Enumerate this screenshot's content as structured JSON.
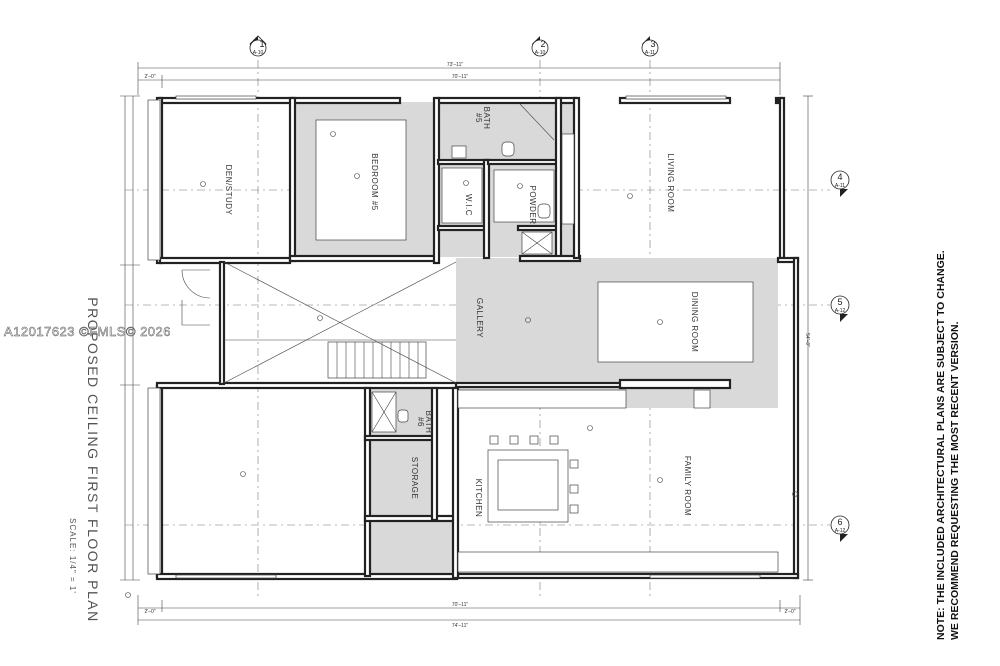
{
  "drawing": {
    "title": "PROPOSED CEILING FIRST FLOOR PLAN",
    "scale": "SCALE: 1/4\" = 1'",
    "watermark": "A12017623 ©FMLS© 2026",
    "note_line1": "NOTE: THE INCLUDED ARCHITECTURAL PLANS ARE SUBJECT TO CHANGE.",
    "note_line2": "WE RECOMMEND REQUESTING THE MOST RECENT VERSION."
  },
  "rooms": {
    "den": "DEN/STUDY",
    "bedroom": "BEDROOM #5",
    "bath5_a": "BATH",
    "bath5_b": "#5",
    "wic": "W.I.C",
    "powder": "POWDER",
    "living": "LIVING ROOM",
    "gallery": "GALLERY",
    "dining": "DINING ROOM",
    "bath6_a": "BATH",
    "bath6_b": "#6",
    "storage": "STORAGE",
    "kitchen": "KITCHEN",
    "family": "FAMILY ROOM"
  },
  "dimensions": {
    "top_overall": "73'–11\"",
    "top_inner": "70'–11\"",
    "bottom_overall": "74'–11\"",
    "bottom_inner": "70'–11\"",
    "bl_left": "2'–0\"",
    "bl_right": "2'–0\"",
    "tl_left": "2'–0\"",
    "right_side": "54'–0\""
  },
  "grid_markers": {
    "g1": {
      "num": "1",
      "ref": "A-10"
    },
    "g2": {
      "num": "2",
      "ref": "A-10"
    },
    "g3": {
      "num": "3",
      "ref": "A-11"
    },
    "g4": {
      "num": "4",
      "ref": "A-11"
    },
    "g5": {
      "num": "5",
      "ref": "A-12"
    },
    "g6": {
      "num": "6",
      "ref": "A-12"
    }
  },
  "colors": {
    "wall": "#222222",
    "hatch": "#d9d9d9",
    "line": "#444444"
  }
}
